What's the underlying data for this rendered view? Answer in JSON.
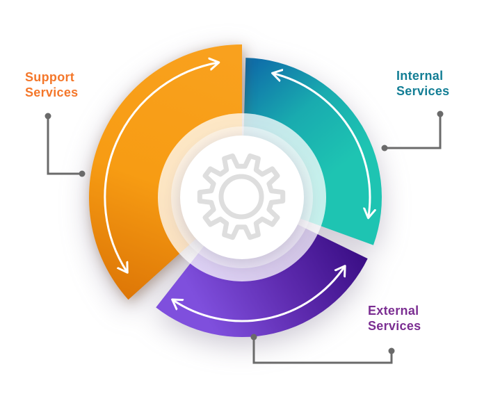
{
  "diagram": {
    "title": "Services cycle diagram",
    "background": "#FFFFFF",
    "connector_color": "#6A6A6A",
    "center": {
      "icon": "gear",
      "icon_color": "#DEDEDE",
      "circle_color": "#FFFFFF"
    },
    "segments": [
      {
        "id": "support",
        "label": "Support Services",
        "position": "left",
        "text_color": "#F4772A",
        "fill_from": "#F9A11E",
        "fill_to": "#DD7606"
      },
      {
        "id": "internal",
        "label": "Internal Services",
        "position": "top-right",
        "text_color": "#137E95",
        "fill_from": "#0F6FA9",
        "fill_to": "#1EC4B2"
      },
      {
        "id": "external",
        "label": "External Services",
        "position": "bottom-right",
        "text_color": "#7B2E92",
        "fill_from": "#3A0E85",
        "fill_to": "#7F4FDD"
      }
    ]
  }
}
